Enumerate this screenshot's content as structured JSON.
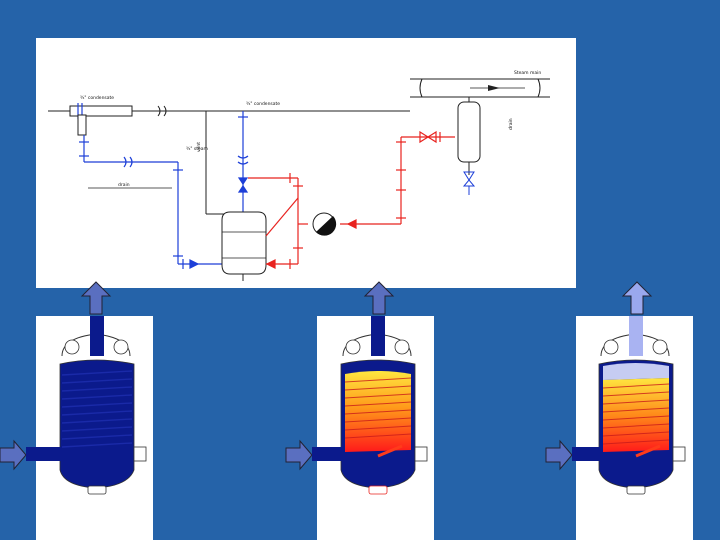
{
  "schematic": {
    "labels": {
      "steam_main": "Steam main",
      "condensate_1": "¾\" condensate",
      "condensate_2": "¾\" condensate",
      "vent": "vent",
      "supply": "¾\" steam",
      "drain": "drain"
    },
    "colors": {
      "background": "#ffffff",
      "steam_line": "#e8231f",
      "cold_line": "#1d3fd8",
      "outline": "#222222"
    }
  },
  "stages": [
    {
      "name": "stage-1",
      "fill": "cold",
      "top_arrow_color": "#5a6fc0",
      "top_pipe_color": "#0b1a8c"
    },
    {
      "name": "stage-2",
      "fill": "heating",
      "top_arrow_color": "#5a6fc0",
      "top_pipe_color": "#0b1a8c"
    },
    {
      "name": "stage-3",
      "fill": "steam-filled",
      "top_arrow_color": "#9aa8ee",
      "top_pipe_color": "#a9b3f2"
    }
  ],
  "colors": {
    "page_bg": "#2563a9",
    "panel_bg": "#ffffff",
    "vessel_blue": "#0b1a8c",
    "arrow_fill": "#5a6fc0"
  }
}
